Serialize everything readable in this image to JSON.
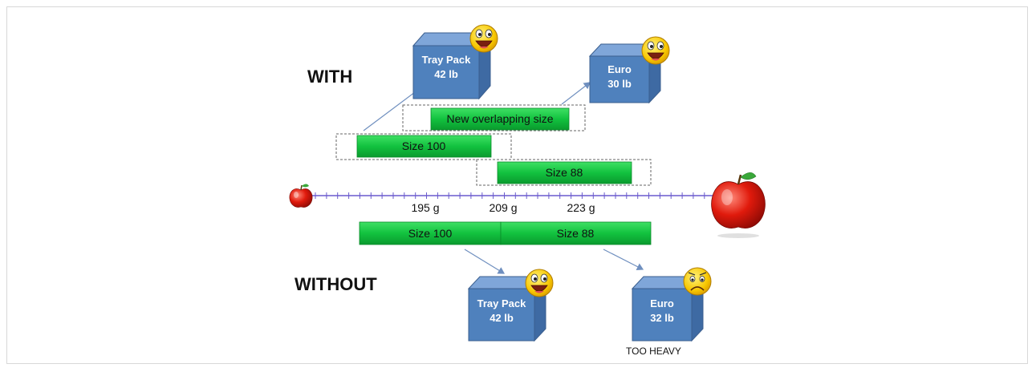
{
  "with_section": {
    "heading": "WITH",
    "bars": {
      "overlap": "New overlapping size",
      "size100": "Size 100",
      "size88": "Size 88"
    },
    "boxes": {
      "tray": {
        "line1": "Tray Pack",
        "line2": "42 lb",
        "mood": "happy"
      },
      "euro": {
        "line1": "Euro",
        "line2": "30 lb",
        "mood": "happy"
      }
    }
  },
  "scale": {
    "ticks": [
      "195 g",
      "209 g",
      "223 g"
    ],
    "ends": [
      "small-apple",
      "large-apple"
    ]
  },
  "without_section": {
    "heading": "WITHOUT",
    "bars": {
      "size100": "Size 100",
      "size88": "Size 88"
    },
    "boxes": {
      "tray": {
        "line1": "Tray Pack",
        "line2": "42 lb",
        "mood": "happy"
      },
      "euro": {
        "line1": "Euro",
        "line2": "32 lb",
        "mood": "sad",
        "note": "TOO HEAVY"
      }
    }
  },
  "colors": {
    "bar_green": "#12c23f",
    "box_blue": "#4f81bd",
    "arrow": "#6f8fbf",
    "scale_line": "#6a5acd"
  }
}
